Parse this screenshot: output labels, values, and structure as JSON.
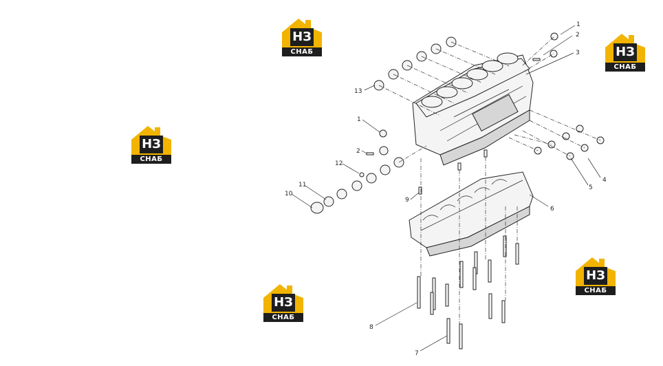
{
  "watermark": {
    "mark_text": "НЗ",
    "caption_text": "СНАБ",
    "colors": {
      "roof": "#f2b400",
      "box": "#1e1e1e",
      "text": "#ffffff"
    }
  },
  "callouts": [
    "1",
    "2",
    "3",
    "13",
    "1",
    "2",
    "12",
    "11",
    "10",
    "9",
    "4",
    "5",
    "6",
    "8",
    "7"
  ],
  "colors": {
    "line": "#222222",
    "background": "#ffffff"
  }
}
